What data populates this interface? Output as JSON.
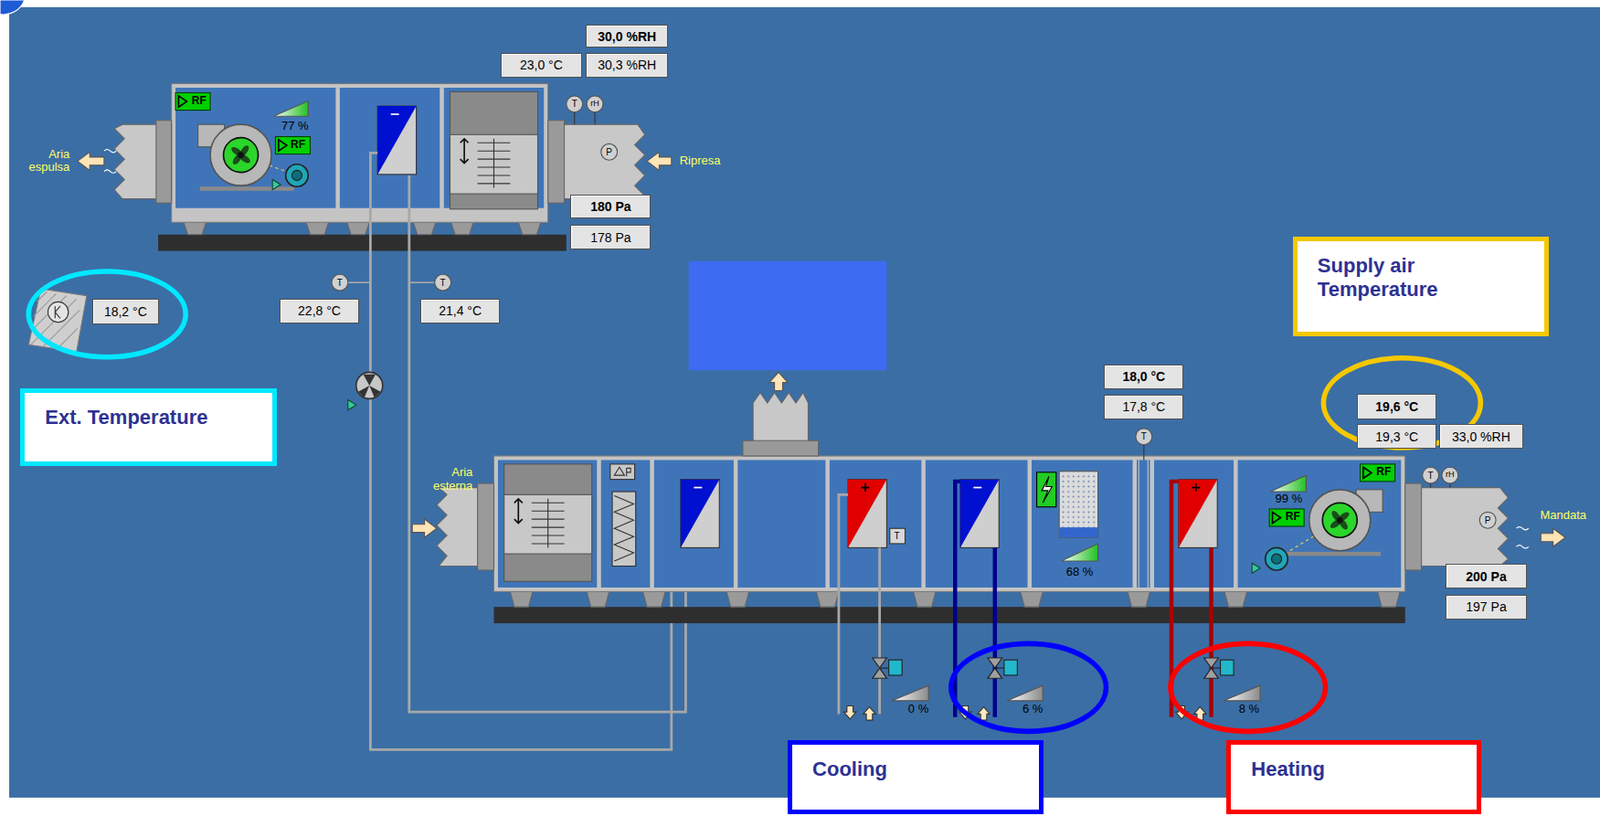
{
  "diagram": {
    "nodes": [
      {
        "text": [
          "30,0 %RH"
        ]
      },
      {
        "text": [
          "23,0 °C"
        ]
      },
      {
        "text": [
          "30,3 %RH"
        ]
      },
      {
        "text": [
          "180 Pa"
        ]
      },
      {
        "text": [
          "178 Pa"
        ]
      },
      {
        "text": [
          "Supply air Temperature"
        ]
      },
      {
        "text": [
          "18,2 °C"
        ]
      },
      {
        "text": [
          "22,8 °C"
        ]
      },
      {
        "text": [
          "21,4 °C"
        ]
      },
      {
        "text": [
          "18,0 °C"
        ]
      },
      {
        "text": [
          "17,8 °C"
        ]
      },
      {
        "text": [
          "Ext. Temperature"
        ]
      },
      {
        "text": [
          "19,6 °C"
        ]
      },
      {
        "text": [
          "19,3 °C"
        ]
      },
      {
        "text": [
          "33,0 %RH"
        ]
      },
      {
        "text": [
          "200 Pa"
        ]
      },
      {
        "text": [
          "197 Pa"
        ]
      },
      {
        "text": [
          "Cooling"
        ]
      },
      {
        "text": [
          "Heating"
        ]
      }
    ],
    "labels": [
      "Aria espulsa",
      "RF",
      "77 %",
      "RF",
      "Ripresa",
      "T",
      "rH",
      "P",
      "T",
      "T",
      "Aria esterna",
      "T",
      "RF",
      "T",
      "rH",
      "99 %",
      "RF",
      "Mandata",
      "P",
      "T",
      "68 %",
      "0 %",
      "6 %",
      "8 %"
    ]
  }
}
